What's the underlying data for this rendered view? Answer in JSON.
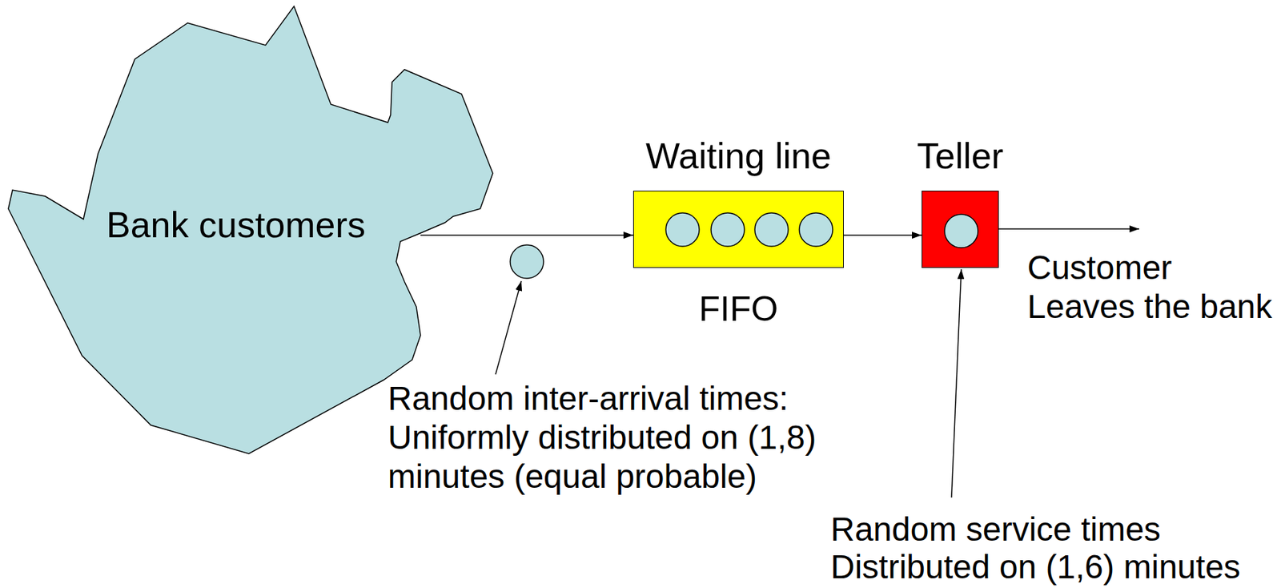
{
  "diagram": {
    "nodes": [
      {
        "text": [
          "Bank customers"
        ]
      },
      {
        "text": [
          "Waiting line",
          "FIFO"
        ]
      },
      {
        "text": [
          "Teller"
        ]
      }
    ],
    "edges": [
      {
        "from": 0,
        "to": 1,
        "arrow": "to"
      },
      {
        "from": 1,
        "to": 2,
        "arrow": "to"
      }
    ],
    "labels": [
      "Random inter-arrival times:",
      "Uniformly distributed on (1,8)",
      "minutes (equal probable)",
      "Customer",
      "Leaves the bank",
      "Random service times",
      "Distributed on (1,6) minutes"
    ]
  }
}
